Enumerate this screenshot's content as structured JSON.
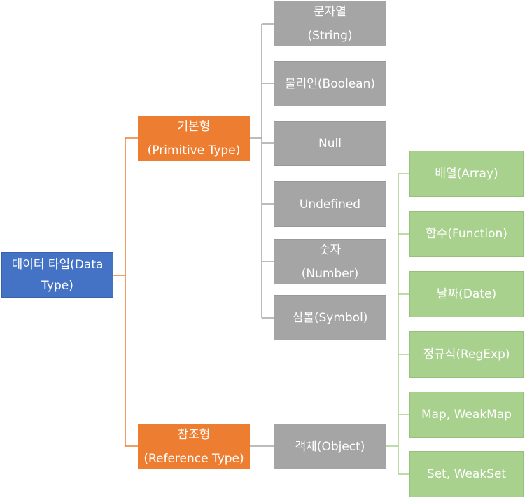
{
  "root": {
    "line1": "데이터 타입(Data",
    "line2": "Type)"
  },
  "primitive": {
    "line1": "기본형",
    "line2": "(Primitive Type)"
  },
  "reference": {
    "line1": "참조형",
    "line2": "(Reference Type)"
  },
  "primitives": {
    "string": {
      "line1": "문자열",
      "line2": "(String)"
    },
    "boolean": "불리언(Boolean)",
    "null": "Null",
    "undefined": "Undefined",
    "number": {
      "line1": "숫자",
      "line2": "(Number)"
    },
    "symbol": "심볼(Symbol)"
  },
  "object": "객체(Object)",
  "object_types": [
    "배열(Array)",
    "함수(Function)",
    "날짜(Date)",
    "정규식(RegExp)",
    "Map, WeakMap",
    "Set, WeakSet"
  ],
  "colors": {
    "root": "#4472c4",
    "category": "#ed7d31",
    "primitive": "#a5a5a5",
    "object_child": "#a9d18e",
    "orange_line": "#ed7d31",
    "gray_line": "#a5a5a5",
    "green_line": "#a9d18e"
  }
}
